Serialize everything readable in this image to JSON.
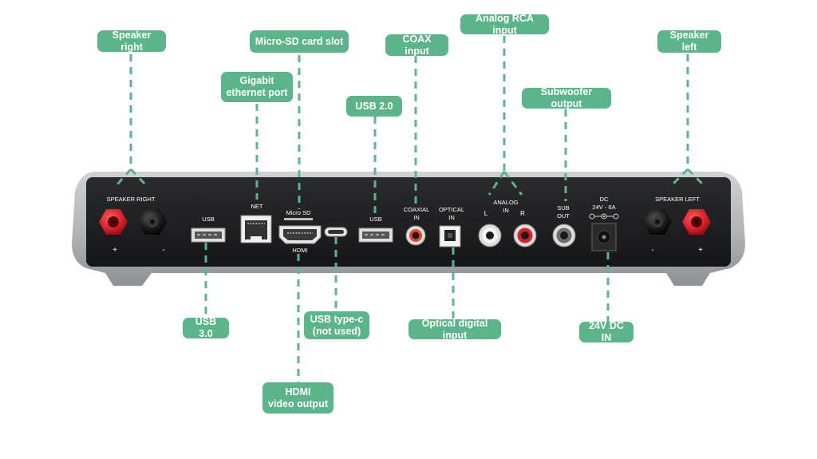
{
  "callouts": {
    "speaker_right": "Speaker right",
    "micro_sd_slot": "Micro-SD card slot",
    "gigabit_ethernet": "Gigabit\nethernet port",
    "coax_input": "COAX input",
    "analog_rca_input": "Analog RCA input",
    "speaker_left": "Speaker left",
    "usb_2": "USB 2.0",
    "subwoofer_output": "Subwoofer output",
    "usb_3": "USB 3.0",
    "usb_type_c": "USB type-c\n(not used)",
    "optical_digital_input": "Optical digital input",
    "dc_in": "24V DC IN",
    "hdmi_video_output": "HDMI\nvideo output"
  },
  "panel_labels": {
    "speaker_right": "SPEAKER RIGHT",
    "speaker_left": "SPEAKER LEFT",
    "plus": "+",
    "minus": "-",
    "usb": "USB",
    "net": "NET",
    "micro_sd": "Micro SD",
    "hdmi": "HDMI",
    "coaxial_l1": "COAXIAL",
    "coaxial_l2": "IN",
    "optical_l1": "OPTICAL",
    "optical_l2": "IN",
    "analog_l1": "ANALOG",
    "analog_l2": "IN",
    "analog_left": "L",
    "analog_right": "R",
    "sub_l1": "SUB",
    "sub_l2": "OUT",
    "dc_l1": "DC",
    "dc_l2": "24V - 6A"
  },
  "colors": {
    "callout_bg": "#5bb58a",
    "leader_line": "#5bb58a",
    "panel_face": "#1d1e20",
    "chassis": "#b9bcbf",
    "binding_post_red": "#d8202a",
    "binding_post_black": "#1a1a1a"
  }
}
